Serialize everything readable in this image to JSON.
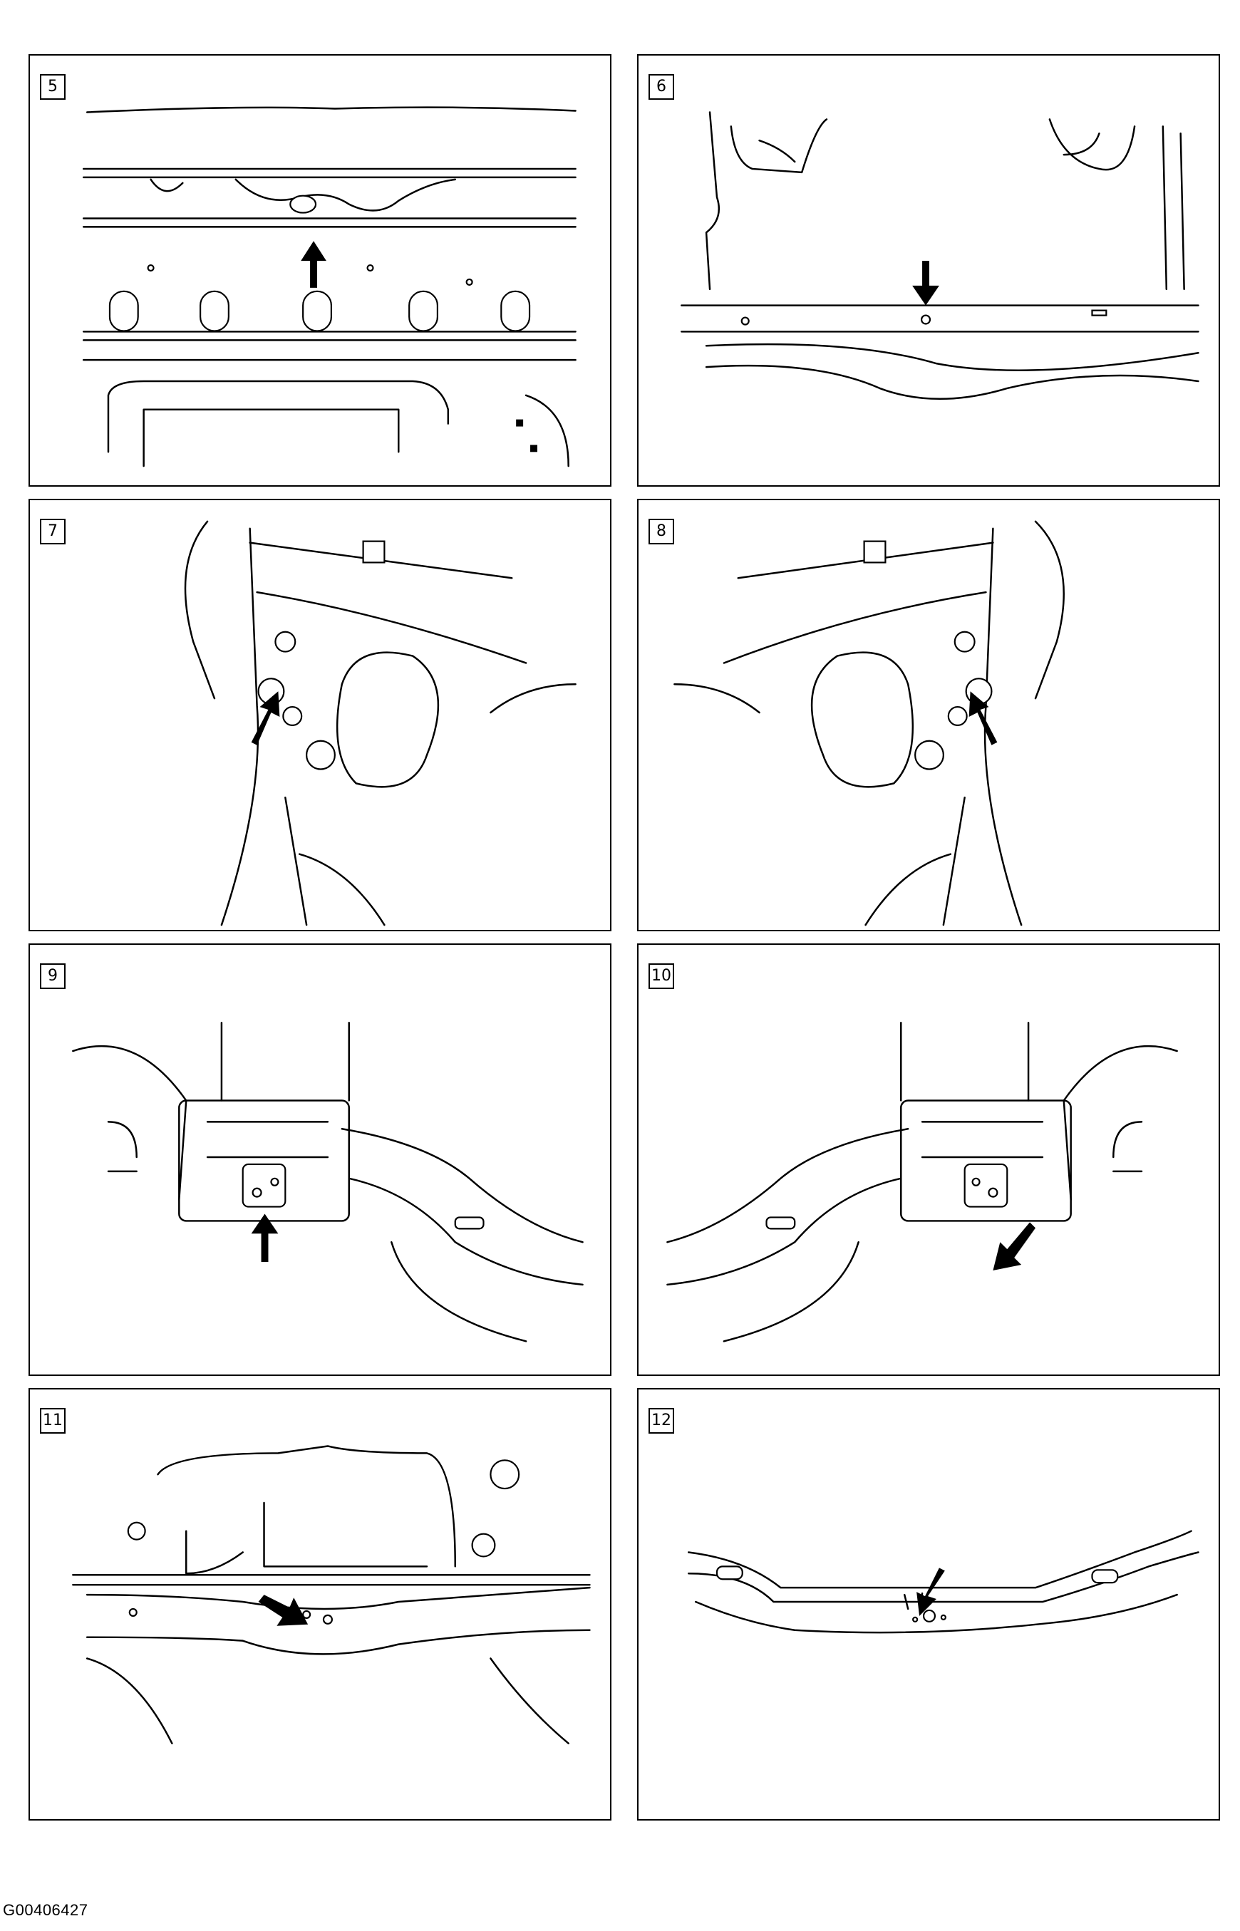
{
  "panels": [
    {
      "number": "5"
    },
    {
      "number": "6"
    },
    {
      "number": "7"
    },
    {
      "number": "8"
    },
    {
      "number": "9"
    },
    {
      "number": "10"
    },
    {
      "number": "11"
    },
    {
      "number": "12"
    }
  ],
  "figure_code": "G00406427"
}
